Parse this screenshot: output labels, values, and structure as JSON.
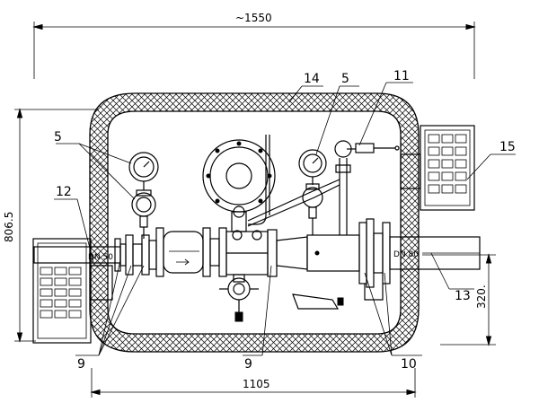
{
  "dimensions": {
    "overall_width": "~1550",
    "height": "806.5",
    "pipe_length": "1105",
    "pipe_height": "320."
  },
  "pipe_labels": {
    "inlet": "DN 50",
    "outlet": "DN 80"
  },
  "callouts": {
    "c5_left": "5",
    "c5_top": "5",
    "c9_left": "9",
    "c9_mid": "9",
    "c10": "10",
    "c11": "11",
    "c12": "12",
    "c13": "13",
    "c14": "14",
    "c15": "15"
  }
}
